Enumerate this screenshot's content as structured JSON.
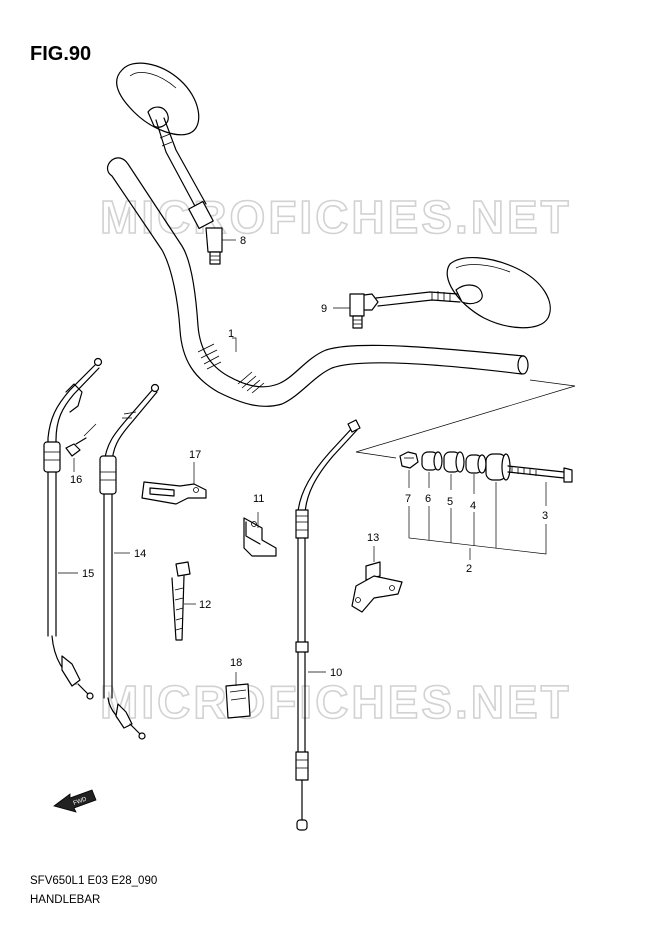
{
  "figure": {
    "title": "FIG.90",
    "model_code": "SFV650L1 E03 E28_090",
    "section_name": "HANDLEBAR",
    "watermark": "MICROFICHES.NET",
    "direction_marker": "FWD"
  },
  "callouts": {
    "c1": "1",
    "c2": "2",
    "c3": "3",
    "c4": "4",
    "c5": "5",
    "c6": "6",
    "c7": "7",
    "c8": "8",
    "c9": "9",
    "c10": "10",
    "c11": "11",
    "c12": "12",
    "c13": "13",
    "c14": "14",
    "c15": "15",
    "c16": "16",
    "c17": "17",
    "c18": "18"
  },
  "parts": [
    {
      "ref": "1",
      "name": "handlebar"
    },
    {
      "ref": "2",
      "name": "balancer set"
    },
    {
      "ref": "3",
      "name": "bolt"
    },
    {
      "ref": "4",
      "name": "balancer"
    },
    {
      "ref": "5",
      "name": "spacer"
    },
    {
      "ref": "6",
      "name": "spacer"
    },
    {
      "ref": "7",
      "name": "nut"
    },
    {
      "ref": "8",
      "name": "right mirror"
    },
    {
      "ref": "9",
      "name": "left mirror"
    },
    {
      "ref": "10",
      "name": "clutch cable"
    },
    {
      "ref": "11",
      "name": "clamp"
    },
    {
      "ref": "12",
      "name": "cable band"
    },
    {
      "ref": "13",
      "name": "bracket"
    },
    {
      "ref": "14",
      "name": "throttle cable"
    },
    {
      "ref": "15",
      "name": "throttle cable"
    },
    {
      "ref": "16",
      "name": "screw"
    },
    {
      "ref": "17",
      "name": "clamp"
    },
    {
      "ref": "18",
      "name": "label"
    }
  ]
}
